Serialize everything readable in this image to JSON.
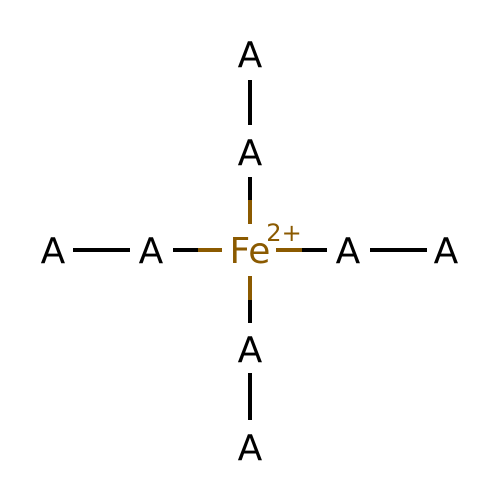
{
  "molecule": {
    "center": {
      "symbol": "Fe",
      "charge": "2+",
      "color": "#8B5A00"
    },
    "ligand_color": "#000000",
    "ligands": {
      "top_outer": "A",
      "top_inner": "A",
      "left_outer": "A",
      "left_inner": "A",
      "right_inner": "A",
      "right_outer": "A",
      "bottom_inner": "A",
      "bottom_outer": "A"
    }
  }
}
